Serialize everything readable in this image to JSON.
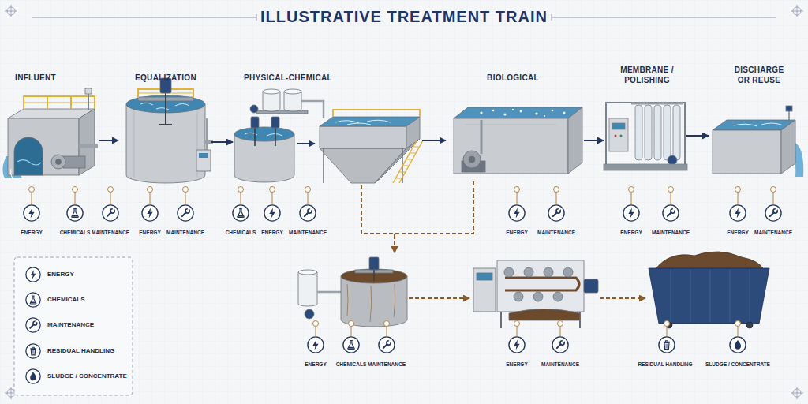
{
  "diagram": {
    "title": "ILLUSTRATIVE TREATMENT TRAIN",
    "nodes": [
      {
        "text": [
          "INFLUENT",
          "ENERGY",
          "CHEMICALS",
          "MAINTENANCE"
        ]
      },
      {
        "text": [
          "EQUALIZATION",
          "ENERGY",
          "MAINTENANCE"
        ]
      },
      {
        "text": [
          "PHYSICAL-CHEMICAL",
          "CHEMICALS",
          "ENERGY",
          "MAINTENANCE"
        ]
      },
      {
        "text": [
          "BIOLOGICAL",
          "ENERGY",
          "MAINTENANCE"
        ]
      },
      {
        "text": [
          "MEMBRANE / POLISHING",
          "ENERGY",
          "MAINTENANCE"
        ]
      },
      {
        "text": [
          "DISCHARGE OR REUSE",
          "ENERGY",
          "MAINTENANCE"
        ]
      },
      {
        "text": [
          "ENERGY",
          "CHEMICALS",
          "MAINTENANCE"
        ]
      },
      {
        "text": [
          "ENERGY",
          "MAINTENANCE"
        ]
      },
      {
        "text": [
          "RESIDUAL HANDLING",
          "SLUDGE / CONCENTRATE"
        ]
      }
    ],
    "edges": [
      {
        "from": 0,
        "to": 1,
        "arrow": "to"
      },
      {
        "from": 1,
        "to": 2,
        "arrow": "to"
      },
      {
        "from": 2,
        "to": 3,
        "arrow": "to"
      },
      {
        "from": 3,
        "to": 4,
        "arrow": "to"
      },
      {
        "from": 4,
        "to": 5,
        "arrow": "to"
      },
      {
        "from": 2,
        "to": 6,
        "arrow": "to"
      },
      {
        "from": 3,
        "to": 6,
        "arrow": "to"
      },
      {
        "from": 6,
        "to": 7,
        "arrow": "to"
      },
      {
        "from": 7,
        "to": 8,
        "arrow": "to"
      }
    ],
    "legend": [
      {
        "text": "ENERGY"
      },
      {
        "text": "CHEMICALS"
      },
      {
        "text": "MAINTENANCE"
      },
      {
        "text": "RESIDUAL HANDLING"
      },
      {
        "text": "SLUDGE / CONCENTRATE"
      }
    ]
  }
}
